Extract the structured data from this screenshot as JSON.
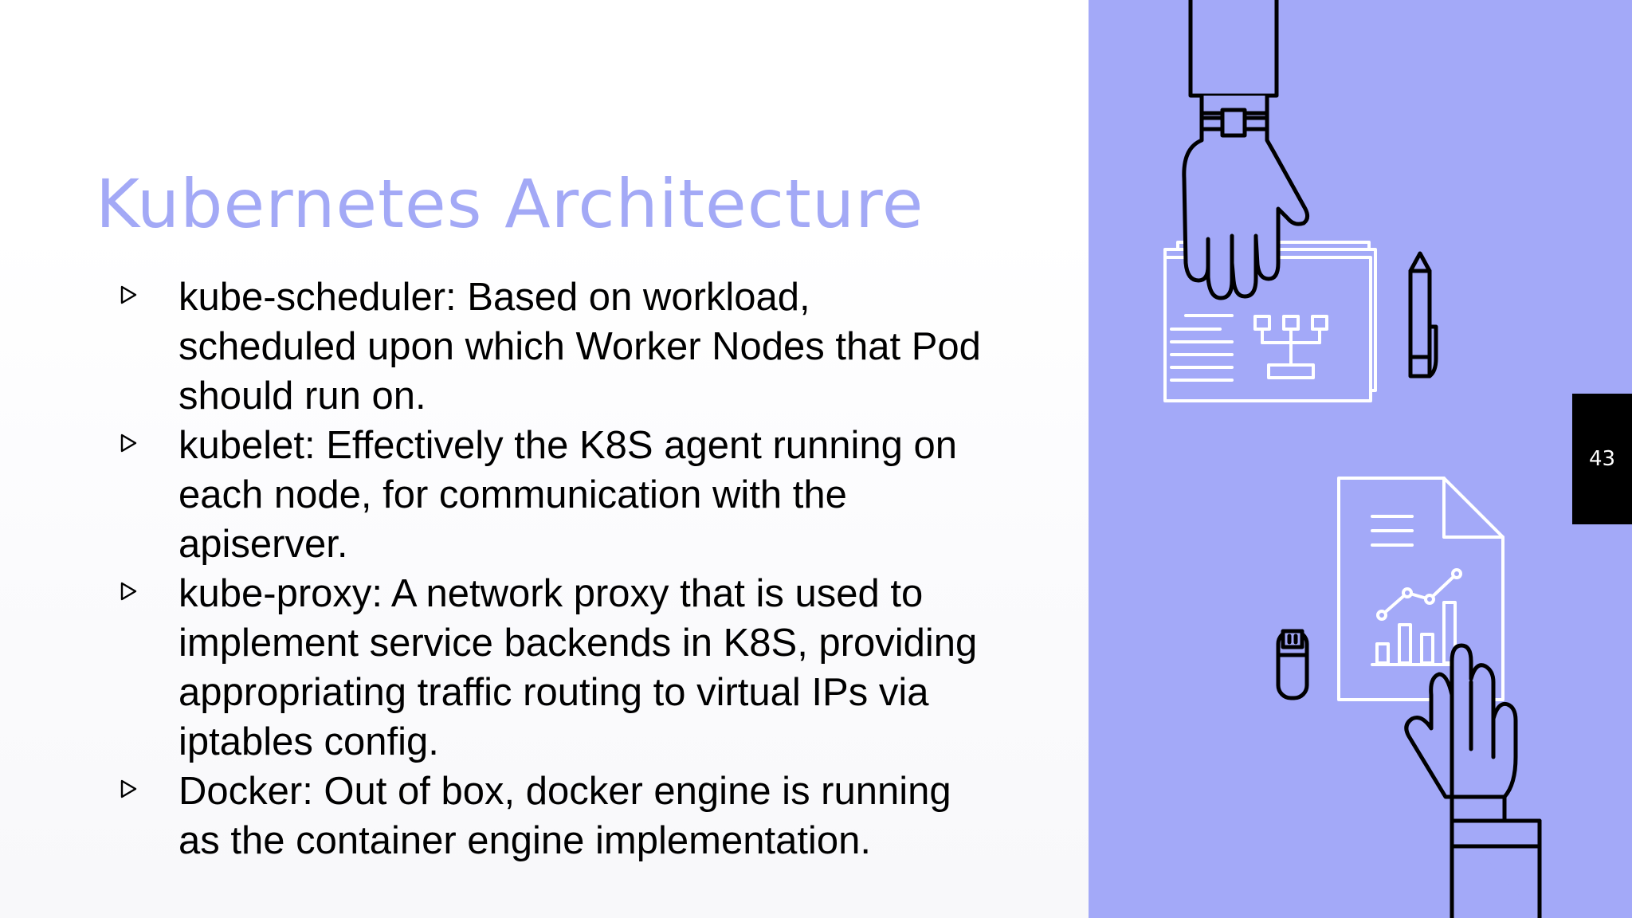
{
  "slide": {
    "title": "Kubernetes Architecture",
    "bullets": [
      "kube-scheduler: Based on workload, scheduled upon which Worker Nodes that Pod should run on.",
      "kubelet: Effectively the K8S agent running on each node, for communication with the apiserver.",
      "kube-proxy: A network proxy that is used to implement service backends in K8S, providing appropriating traffic routing to virtual IPs via iptables config.",
      "Docker: Out of box, docker engine is running as the container engine implementation."
    ],
    "bullet_icon": "triangle-outline-right-icon",
    "page_number": "43"
  },
  "theme": {
    "accent": "#a3a9f6",
    "panel_background": "#a3a9f8",
    "text": "#000000",
    "page_badge": "#000000"
  },
  "illustration": {
    "icons": [
      "hand-icon",
      "wristwatch-icon",
      "document-diagram-icon",
      "pencil-icon",
      "usb-drive-icon",
      "report-chart-icon"
    ]
  }
}
